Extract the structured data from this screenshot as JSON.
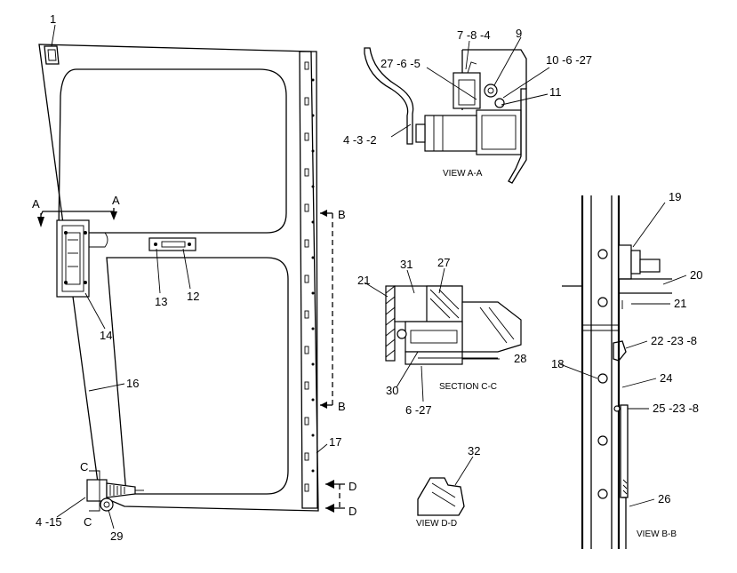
{
  "callouts": {
    "c1": "1",
    "c4_15": "4 -15",
    "c12": "12",
    "c13": "13",
    "c14": "14",
    "c16": "16",
    "c17": "17",
    "c29": "29",
    "cA1": "A",
    "cA2": "A",
    "cB1": "B",
    "cB2": "B",
    "cC1": "C",
    "cC2": "C",
    "cD1": "D",
    "cD2": "D",
    "c7_8_4": "7 -8 -4",
    "c9": "9",
    "c27_6_5": "27 -6 -5",
    "c10_6_27": "10 -6 -27",
    "c11": "11",
    "c4_3_2": "4 -3 -2",
    "c21_cc": "21",
    "c31": "31",
    "c27": "27",
    "c28": "28",
    "c30": "30",
    "c6_27": "6 -27",
    "c32": "32",
    "c19": "19",
    "c20": "20",
    "c21_bb": "21",
    "c22_23_8": "22 -23 -8",
    "c18": "18",
    "c24": "24",
    "c25_23_8": "25 -23 -8",
    "c26": "26"
  },
  "captions": {
    "view_aa": "VIEW  A-A",
    "section_cc": "SECTION  C-C",
    "view_dd": "VIEW  D-D",
    "view_bb": "VIEW  B-B"
  }
}
